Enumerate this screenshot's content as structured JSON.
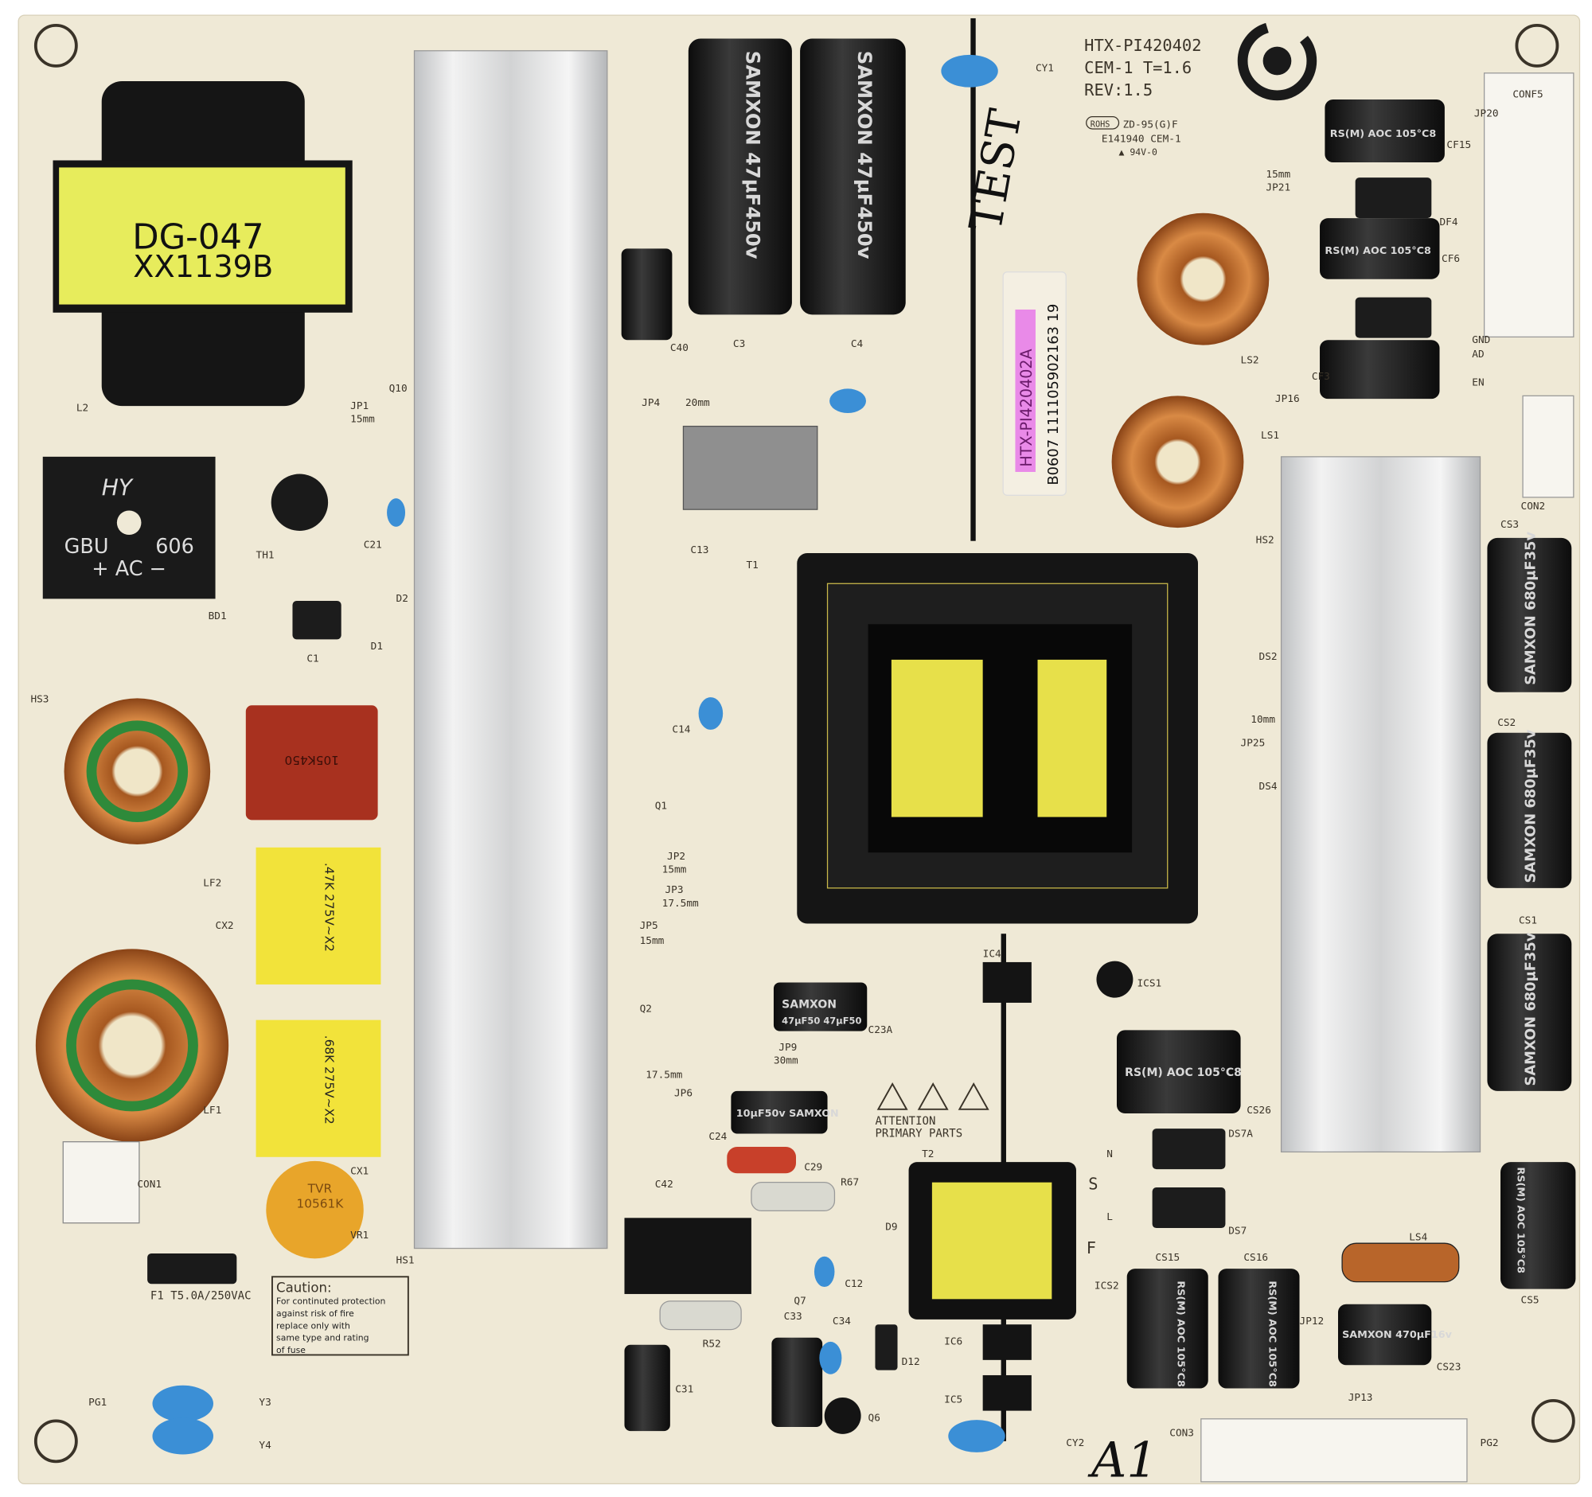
{
  "board": {
    "model": "HTX-PI420402",
    "material": "CEM-1  T=1.6",
    "revision": "REV:1.5",
    "rohs": "ROHS",
    "cert_code": "ZD-95(G)F",
    "ul": "E141940 CEM-1",
    "flammability": "▲ 94V-0",
    "sticker_part": "HTX-PI420402A",
    "sticker_serial": "B0607 111105902163 19",
    "handwritten_test": "TEST",
    "handwritten_a1": "A1",
    "caution_title": "Caution:",
    "caution_lines": [
      "For continuted protection",
      "against risk of fire",
      "replace only with",
      "same type and rating",
      "of fuse"
    ],
    "attention": [
      "ATTENTION",
      "PRIMARY PARTS"
    ],
    "fuse_label": "F1 T5.0A/250VAC"
  },
  "components": {
    "transformer_main": [
      "DG-047",
      "XX1139B"
    ],
    "bridge": {
      "brand": "HY",
      "model_left": "GBU",
      "model_right": "606",
      "pins": "+  AC  −"
    },
    "bulk_cap_text": "SAMXON 47µF450v",
    "varistor": [
      "TVR",
      "10561K"
    ],
    "output_cap_text": "SAMXON 680µF35v",
    "small_cap_text": "RS(M) AOC 105°C8",
    "c23a_text": [
      "SAMXON",
      "47µF50 47µF50"
    ],
    "c24_text": "10µF50v SAMXON",
    "cs23_text": "SAMXON 470µF16v",
    "cx_caps": [
      ".47K 275V~X2",
      ".68K 275V~X2"
    ],
    "red_cap": "105K450"
  },
  "silkscreen": [
    "CY1",
    "C40",
    "C3",
    "C4",
    "JP4",
    "20mm",
    "C13",
    "T1",
    "JP1",
    "15mm",
    "Q10",
    "L2",
    "TH1",
    "C21",
    "D2",
    "D1",
    "BD1",
    "C1",
    "HS3",
    "LF2",
    "CX2",
    "LF1",
    "CX1",
    "CON1",
    "VR1",
    "HS1",
    "PG1",
    "Y3",
    "Y4",
    "C14",
    "Q1",
    "JP2",
    "15mm",
    "JP3",
    "17.5mm",
    "JP5",
    "15mm",
    "Q2",
    "JP6",
    "17.5mm",
    "JP9",
    "30mm",
    "C23A",
    "C24",
    "C29",
    "R67",
    "C42",
    "Q7",
    "R52",
    "C31",
    "C33",
    "C34",
    "D9",
    "C12",
    "D12",
    "Q6",
    "T2",
    "S",
    "F",
    "IC4",
    "ICS1",
    "IC6",
    "IC5",
    "CY2",
    "ICS2",
    "HS2",
    "DS2",
    "DS4",
    "JP25",
    "10mm",
    "CS26",
    "DS7A",
    "DS7",
    "LS4",
    "CS15",
    "CS16",
    "JP12",
    "JP13",
    "CON3",
    "PG2",
    "CS3",
    "CS2",
    "CS1",
    "CS5",
    "CS23",
    "LS2",
    "LS1",
    "JP21",
    "15mm",
    "JP20",
    "CONF5",
    "CF15",
    "DF4",
    "CF6",
    "JP16",
    "CF3",
    "CON2",
    "GND",
    "AD",
    "EN",
    "N",
    "L"
  ],
  "colors": {
    "board": "#efe9d6",
    "sticker_pink": "#e98ae8",
    "heatsink": "#d9dadb",
    "copper": "#b8652a",
    "coil_yellow": "#e7ec5c"
  }
}
